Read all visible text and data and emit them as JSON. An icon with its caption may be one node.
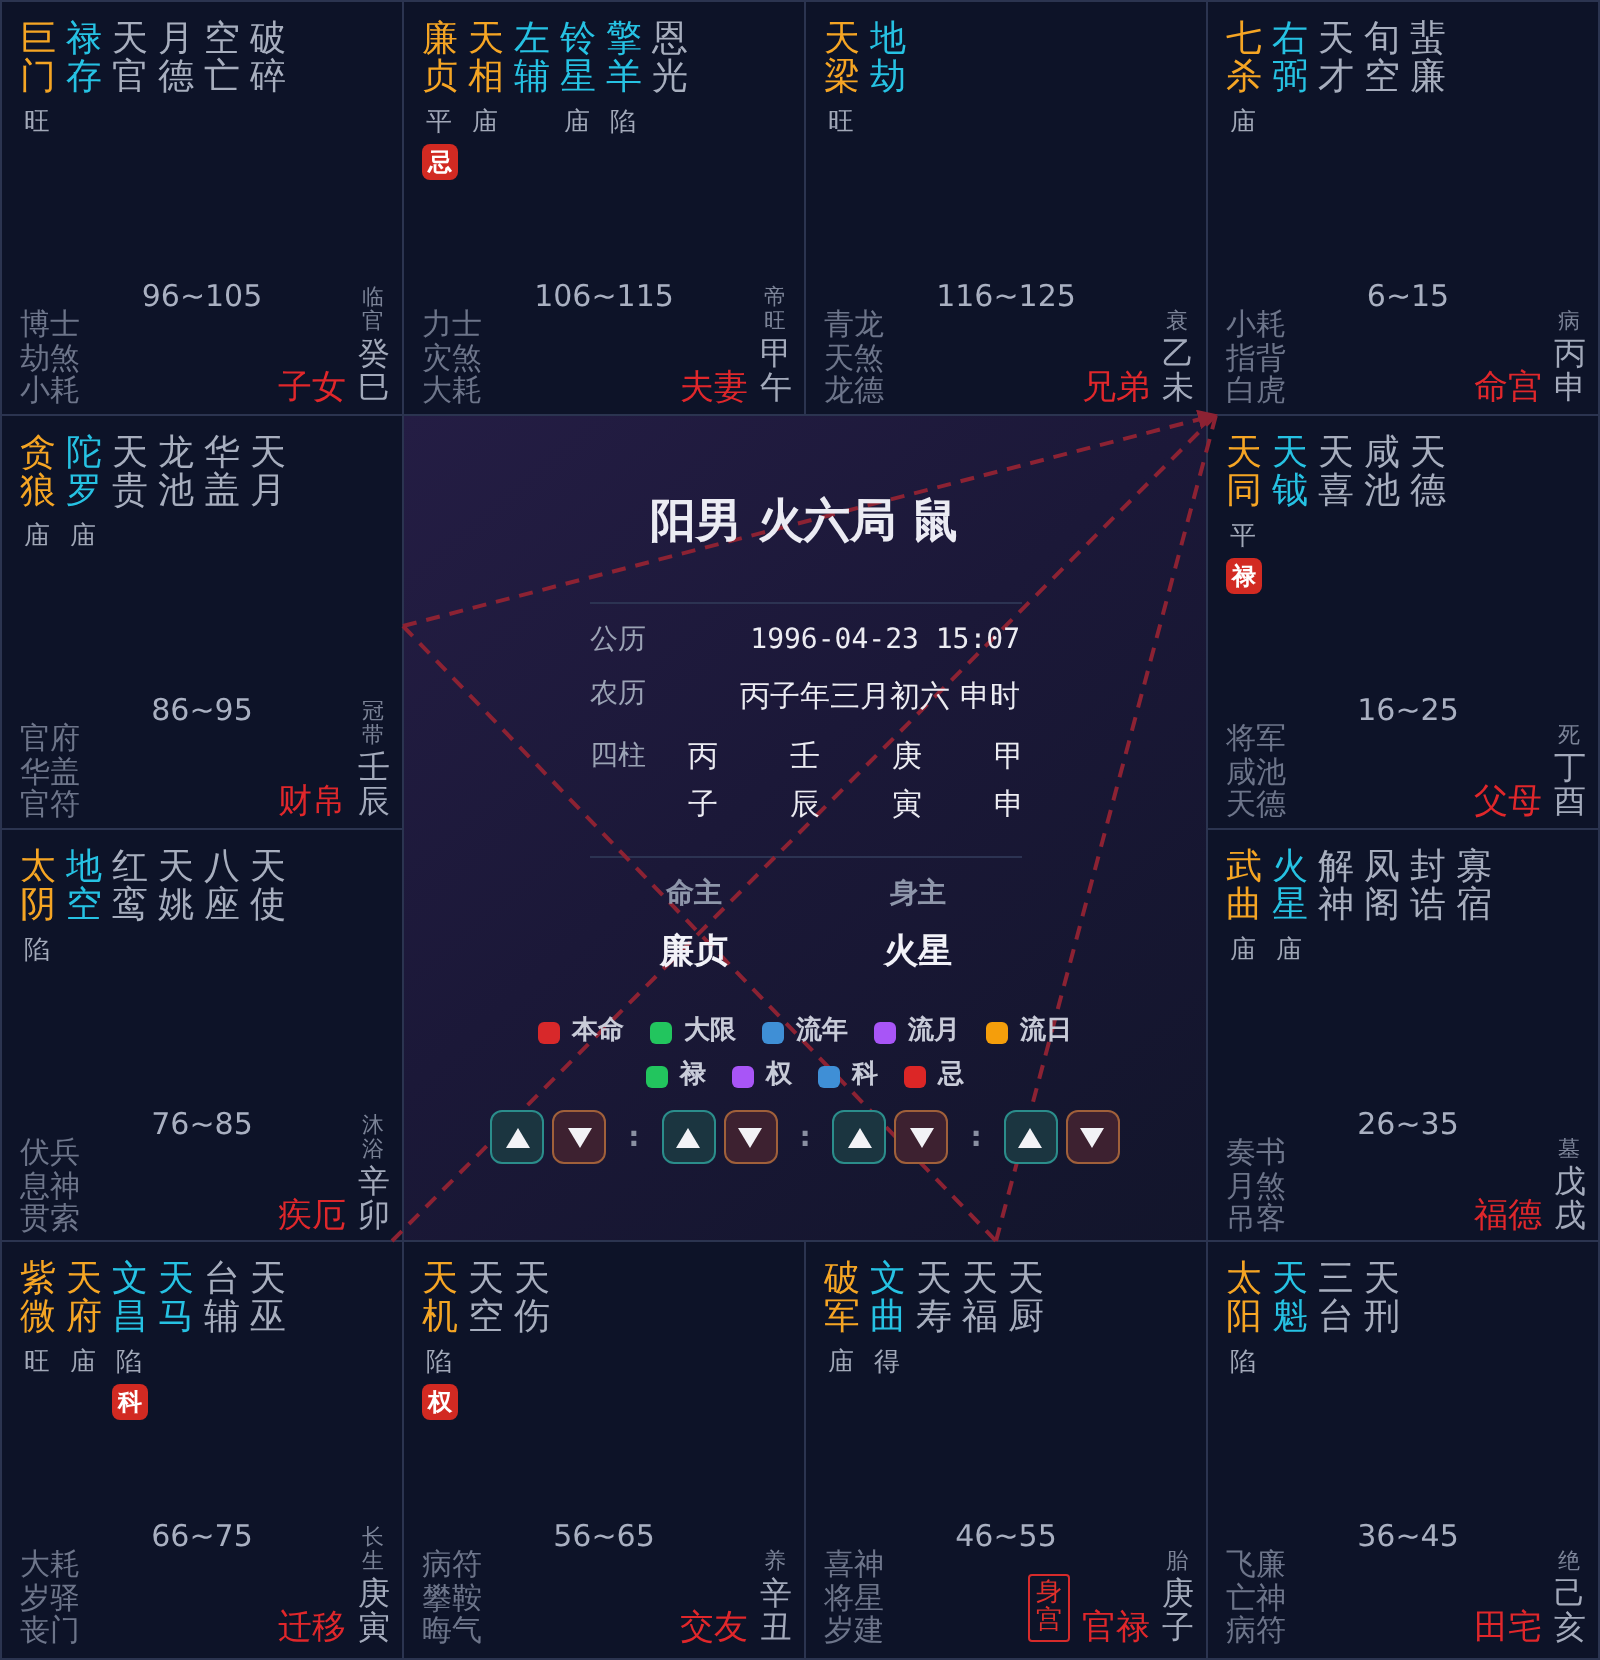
{
  "diagram": {
    "title": "阳男 火六局 鼠",
    "nodes": [
      {
        "text": [
          "巨门",
          "禄存",
          "天官",
          "月德",
          "空亡",
          "破碎",
          "旺",
          "96~105",
          "博士",
          "临官",
          "劫煞",
          "小耗",
          "子女",
          "癸巳"
        ]
      },
      {
        "text": [
          "廉贞",
          "天相",
          "左辅",
          "铃星",
          "擎羊",
          "恩光",
          "平",
          "庙",
          "庙",
          "陷",
          "106~115",
          "力士",
          "帝旺",
          "灾煞",
          "大耗",
          "夫妻",
          "甲午"
        ]
      },
      {
        "text": [
          "忌"
        ],
        "in": 1
      },
      {
        "text": [
          "天梁",
          "地劫",
          "旺",
          "116~125",
          "青龙",
          "衰",
          "天煞",
          "龙德",
          "兄弟",
          "乙未"
        ]
      },
      {
        "text": [
          "七杀",
          "右弼",
          "天才",
          "旬空",
          "蜚廉",
          "庙",
          "6~15",
          "小耗",
          "病",
          "指背",
          "白虎",
          "命宫",
          "丙申"
        ]
      },
      {
        "text": [
          "贪狼",
          "陀罗",
          "天贵",
          "龙池",
          "华盖",
          "天月",
          "庙",
          "庙",
          "86~95",
          "官府",
          "冠带",
          "华盖",
          "官符",
          "财帛",
          "壬辰"
        ]
      },
      {
        "text": [
          "天同",
          "天钺",
          "天喜",
          "咸池",
          "天德",
          "平",
          "16~25",
          "将军",
          "死",
          "咸池",
          "天德",
          "父母",
          "丁酉"
        ]
      },
      {
        "text": [
          "禄"
        ],
        "in": 6
      },
      {
        "text": [
          "太阴",
          "地空",
          "红鸾",
          "天姚",
          "八座",
          "天使",
          "陷",
          "76~85",
          "伏兵",
          "沐浴",
          "息神",
          "贯索",
          "疾厄",
          "辛卯"
        ]
      },
      {
        "text": [
          "武曲",
          "火星",
          "解神",
          "凤阁",
          "封诰",
          "寡宿",
          "庙",
          "庙",
          "26~35",
          "奏书",
          "墓",
          "月煞",
          "吊客",
          "福德",
          "戊戌"
        ]
      },
      {
        "text": [
          "紫微",
          "天府",
          "文昌",
          "天马",
          "台辅",
          "天巫",
          "旺",
          "庙",
          "陷",
          "66~75",
          "大耗",
          "长生",
          "岁驿",
          "丧门",
          "迁移",
          "庚寅"
        ]
      },
      {
        "text": [
          "科"
        ],
        "in": 10
      },
      {
        "text": [
          "天机",
          "天空",
          "天伤",
          "陷",
          "56~65",
          "病符",
          "养",
          "攀鞍",
          "晦气",
          "交友",
          "辛丑"
        ]
      },
      {
        "text": [
          "权"
        ],
        "in": 12
      },
      {
        "text": [
          "破军",
          "文曲",
          "天寿",
          "天福",
          "天厨",
          "庙",
          "得",
          "46~55",
          "喜神",
          "胎",
          "将星",
          "岁建",
          "官禄",
          "庚子"
        ]
      },
      {
        "text": [
          "身宫"
        ],
        "in": 14
      },
      {
        "text": [
          "太阳",
          "天魁",
          "三台",
          "天刑",
          "陷",
          "36~45",
          "飞廉",
          "绝",
          "亡神",
          "病符",
          "田宅",
          "己亥"
        ]
      }
    ],
    "edges": [
      {
        "from": 5,
        "to": 4,
        "arrow": "to",
        "style": "dashed"
      },
      {
        "from": 5,
        "to": 14,
        "arrow": "none",
        "style": "dashed"
      },
      {
        "from": 14,
        "to": 4,
        "arrow": "none",
        "style": "dashed"
      },
      {
        "from": 10,
        "to": 4,
        "arrow": "none",
        "style": "dashed"
      }
    ],
    "labels": [
      "公历",
      "1996-04-23 15:07",
      "农历",
      "丙子年三月初六 申时",
      "四柱",
      "丙",
      "壬",
      "庚",
      "甲",
      "子",
      "辰",
      "寅",
      "申",
      "命主",
      "廉贞",
      "身主",
      "火星",
      ":",
      ":",
      ":"
    ],
    "legend": [
      {
        "text": "本命",
        "color": "#d8282a"
      },
      {
        "text": "大限",
        "color": "#22c55e"
      },
      {
        "text": "流年",
        "color": "#3f8fd6"
      },
      {
        "text": "流月",
        "color": "#a855f7"
      },
      {
        "text": "流日",
        "color": "#f59e0b"
      },
      {
        "text": "禄",
        "color": "#22c55e"
      },
      {
        "text": "权",
        "color": "#a855f7"
      },
      {
        "text": "科",
        "color": "#3f8fd6"
      },
      {
        "text": "忌",
        "color": "#dc2626"
      }
    ]
  }
}
